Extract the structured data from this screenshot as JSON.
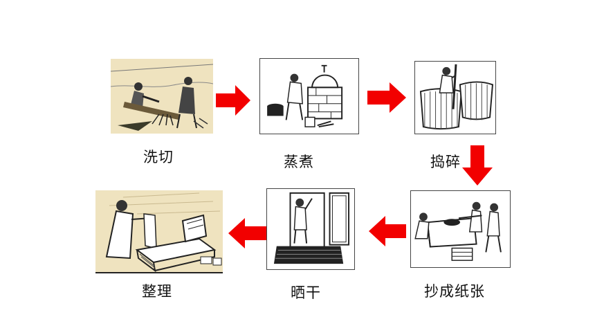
{
  "steps": [
    {
      "label": "洗切"
    },
    {
      "label": "蒸煮"
    },
    {
      "label": "捣碎"
    },
    {
      "label": "抄成纸张"
    },
    {
      "label": "晒干"
    },
    {
      "label": "整理"
    }
  ],
  "colors": {
    "arrow": "#f20000",
    "ink": "#2a2a2a",
    "sepia_bg": "#efe3bf"
  },
  "icons": {
    "arrow_right": "arrow-right-icon",
    "arrow_down": "arrow-down-icon",
    "arrow_left": "arrow-left-icon"
  }
}
